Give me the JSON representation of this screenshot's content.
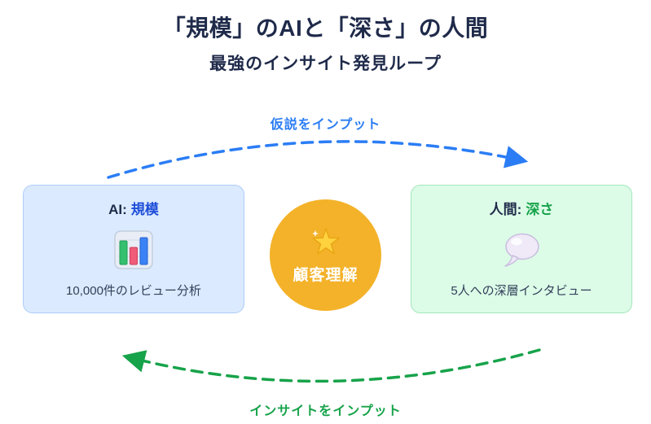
{
  "title": "「規模」のAIと「深さ」の人間",
  "subtitle": "最強のインサイト発見ループ",
  "top_arrow": {
    "label": "仮説をインプット",
    "direction": "left-to-right"
  },
  "bottom_arrow": {
    "label": "インサイトをインプット",
    "direction": "right-to-left"
  },
  "left_card": {
    "title_prefix": "AI:",
    "title_highlight": "規模",
    "icon": "bar-chart-icon",
    "description": "10,000件のレビュー分析"
  },
  "center_circle": {
    "icon": "star-icon",
    "label": "顧客理解"
  },
  "right_card": {
    "title_prefix": "人間:",
    "title_highlight": "深さ",
    "icon": "speech-bubble-icon",
    "description": "5人への深層インタビュー"
  },
  "colors": {
    "title_color": "#1f2a4a",
    "arrow_blue": "#2b7df5",
    "arrow_green": "#17a34a",
    "ai_accent": "#1d4ed8",
    "ai_bg": "#dbeafe",
    "ai_border": "#aecdf6",
    "human_accent": "#16a34a",
    "human_bg": "#dcfce7",
    "human_border": "#a3e6bc",
    "circle_bg": "#f3b229"
  }
}
